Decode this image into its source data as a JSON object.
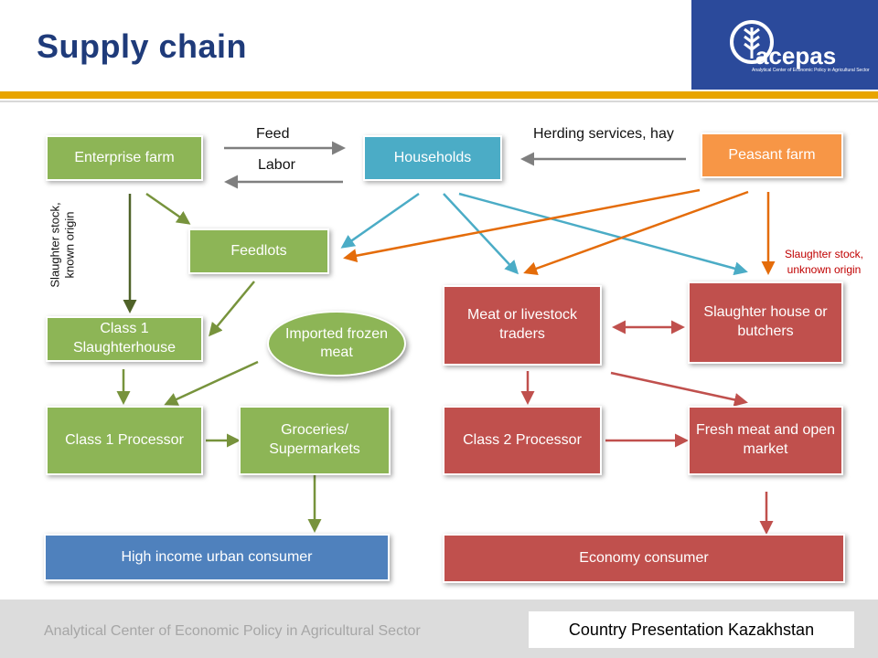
{
  "header": {
    "title": "Supply chain"
  },
  "logo": {
    "brand": "acepas",
    "subtitle": "Analytical Center of Economic Policy in Agricultural Sector"
  },
  "nodes": {
    "enterprise_farm": "Enterprise farm",
    "households": "Households",
    "peasant_farm": "Peasant farm",
    "feedlots": "Feedlots",
    "class1_slaughterhouse": "Class 1 Slaughterhouse",
    "imported_frozen_meat": "Imported frozen meat",
    "class1_processor": "Class 1 Processor",
    "groceries_supermarkets": "Groceries/ Supermarkets",
    "high_income_consumer": "High income urban consumer",
    "meat_livestock_traders": "Meat or livestock traders",
    "slaughter_house_butchers": "Slaughter house or butchers",
    "class2_processor": "Class 2 Processor",
    "fresh_meat_market": "Fresh meat and open market",
    "economy_consumer": "Economy consumer"
  },
  "edge_labels": {
    "feed": "Feed",
    "labor": "Labor",
    "herding": "Herding services, hay",
    "slaughter_known": "Slaughter stock, known origin",
    "slaughter_unknown": "Slaughter stock, unknown origin"
  },
  "colors": {
    "green": "#8db556",
    "teal": "#4bacc6",
    "orange": "#f79646",
    "red": "#c0504d",
    "blue": "#4f81bd",
    "gray": "#7f7f7f"
  },
  "footer": {
    "left": "Analytical Center of Economic Policy in Agricultural Sector",
    "right": "Country Presentation Kazakhstan"
  }
}
